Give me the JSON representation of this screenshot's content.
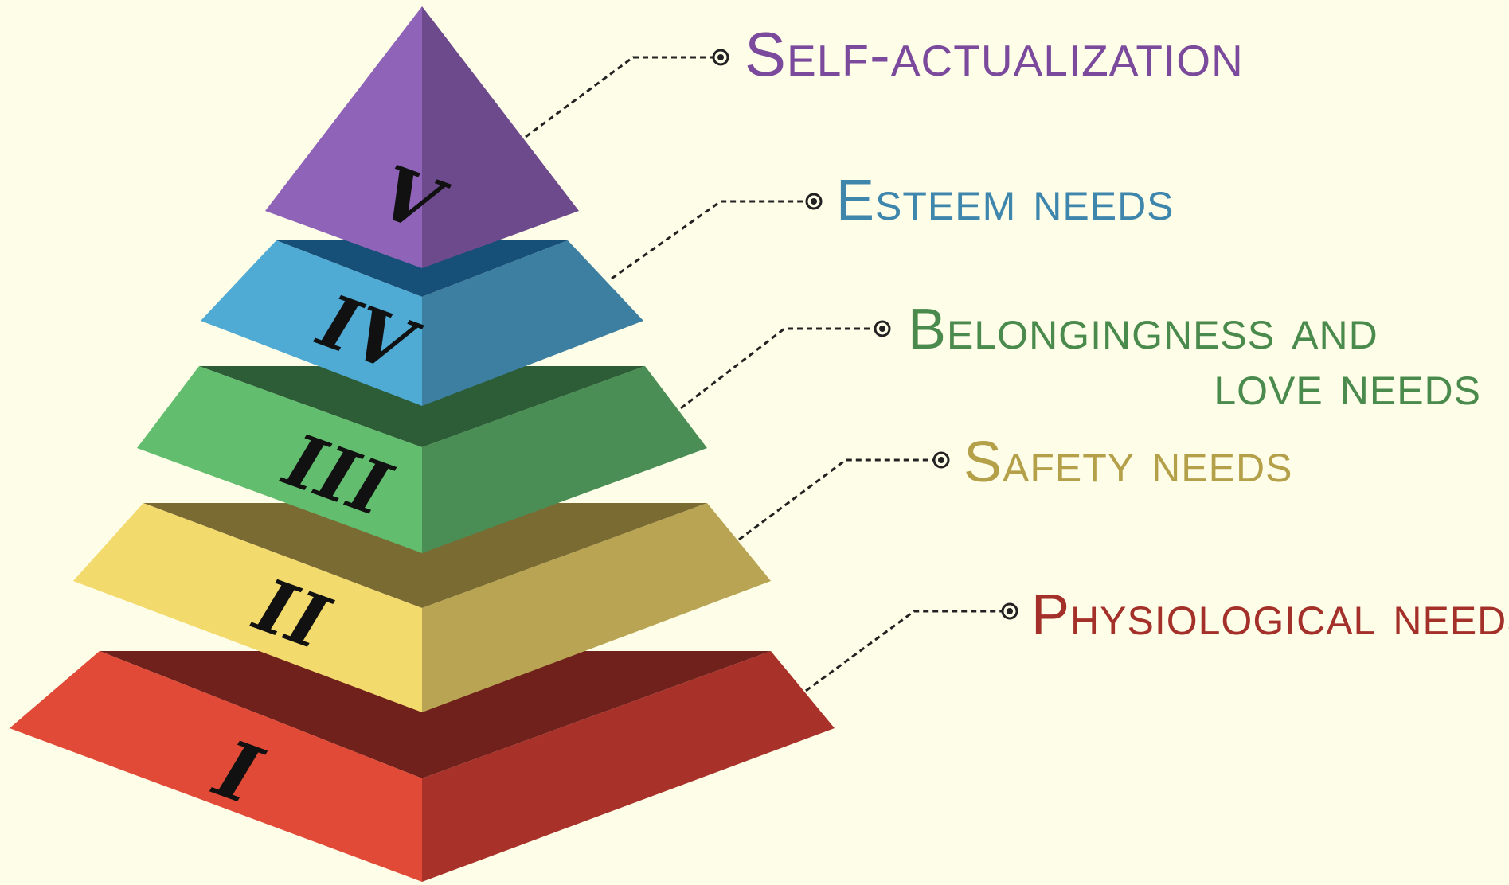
{
  "background": "#fdfde8",
  "levels": [
    {
      "numeral": "V",
      "label_lines": [
        "Self-actualization"
      ],
      "label_color": "#7b4a9c",
      "colors": {
        "left": "#8e63b8",
        "right": "#6d4a8c",
        "top": "#4e2f6e"
      }
    },
    {
      "numeral": "IV",
      "label_lines": [
        "Esteem needs"
      ],
      "label_color": "#3f86ad",
      "colors": {
        "left": "#4faad4",
        "right": "#3d7fa0",
        "top": "#164f77"
      }
    },
    {
      "numeral": "III",
      "label_lines": [
        "Belongingness and",
        "love needs"
      ],
      "label_color": "#4a8a4c",
      "colors": {
        "left": "#62bd6f",
        "right": "#4a8e55",
        "top": "#2d5d36"
      }
    },
    {
      "numeral": "II",
      "label_lines": [
        "Safety needs"
      ],
      "label_color": "#b5a04a",
      "colors": {
        "left": "#f3da6d",
        "right": "#b8a452",
        "top": "#7a6b33"
      }
    },
    {
      "numeral": "I",
      "label_lines": [
        "Physiological needs"
      ],
      "label_color": "#a4302a",
      "colors": {
        "left": "#e04a37",
        "right": "#a8322a",
        "top": "#70211b"
      }
    }
  ]
}
